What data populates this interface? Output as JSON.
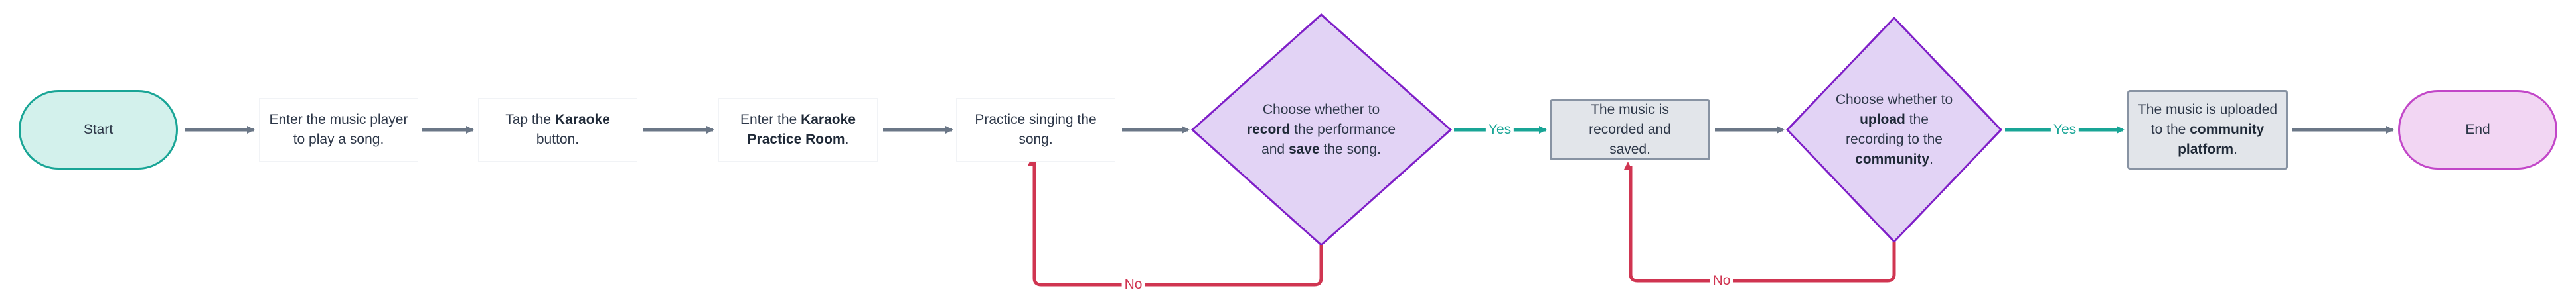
{
  "colors": {
    "arrow": "#6b7787",
    "yes": "#19a596",
    "no": "#d03551",
    "decision_fill": "#e2d3f5",
    "decision_stroke": "#7f1fc8"
  },
  "nodes": {
    "start": "Start",
    "enter_player": "Enter the music player to play a song.",
    "tap_karaoke": {
      "before": "Tap the ",
      "bold": "Karaoke",
      "after": " button."
    },
    "enter_room": {
      "before": "Enter the ",
      "bold": "Karaoke Practice Room",
      "after": "."
    },
    "practice": "Practice singing the song.",
    "decision_record": {
      "line1": "Choose whether to",
      "bold1": "record",
      "mid": " the performance and ",
      "bold2": "save",
      "after": " the song."
    },
    "recorded_saved": "The music is recorded and saved.",
    "decision_upload": {
      "before": "Choose whether to ",
      "bold1": "upload",
      "mid": " the recording to the ",
      "bold2": "community",
      "after": "."
    },
    "uploaded": {
      "before": "The music is uploaded to the ",
      "bold": "community platform",
      "after": "."
    },
    "end": "End"
  },
  "edge_labels": {
    "yes1": "Yes",
    "no1": "No",
    "yes2": "Yes",
    "no2": "No"
  }
}
